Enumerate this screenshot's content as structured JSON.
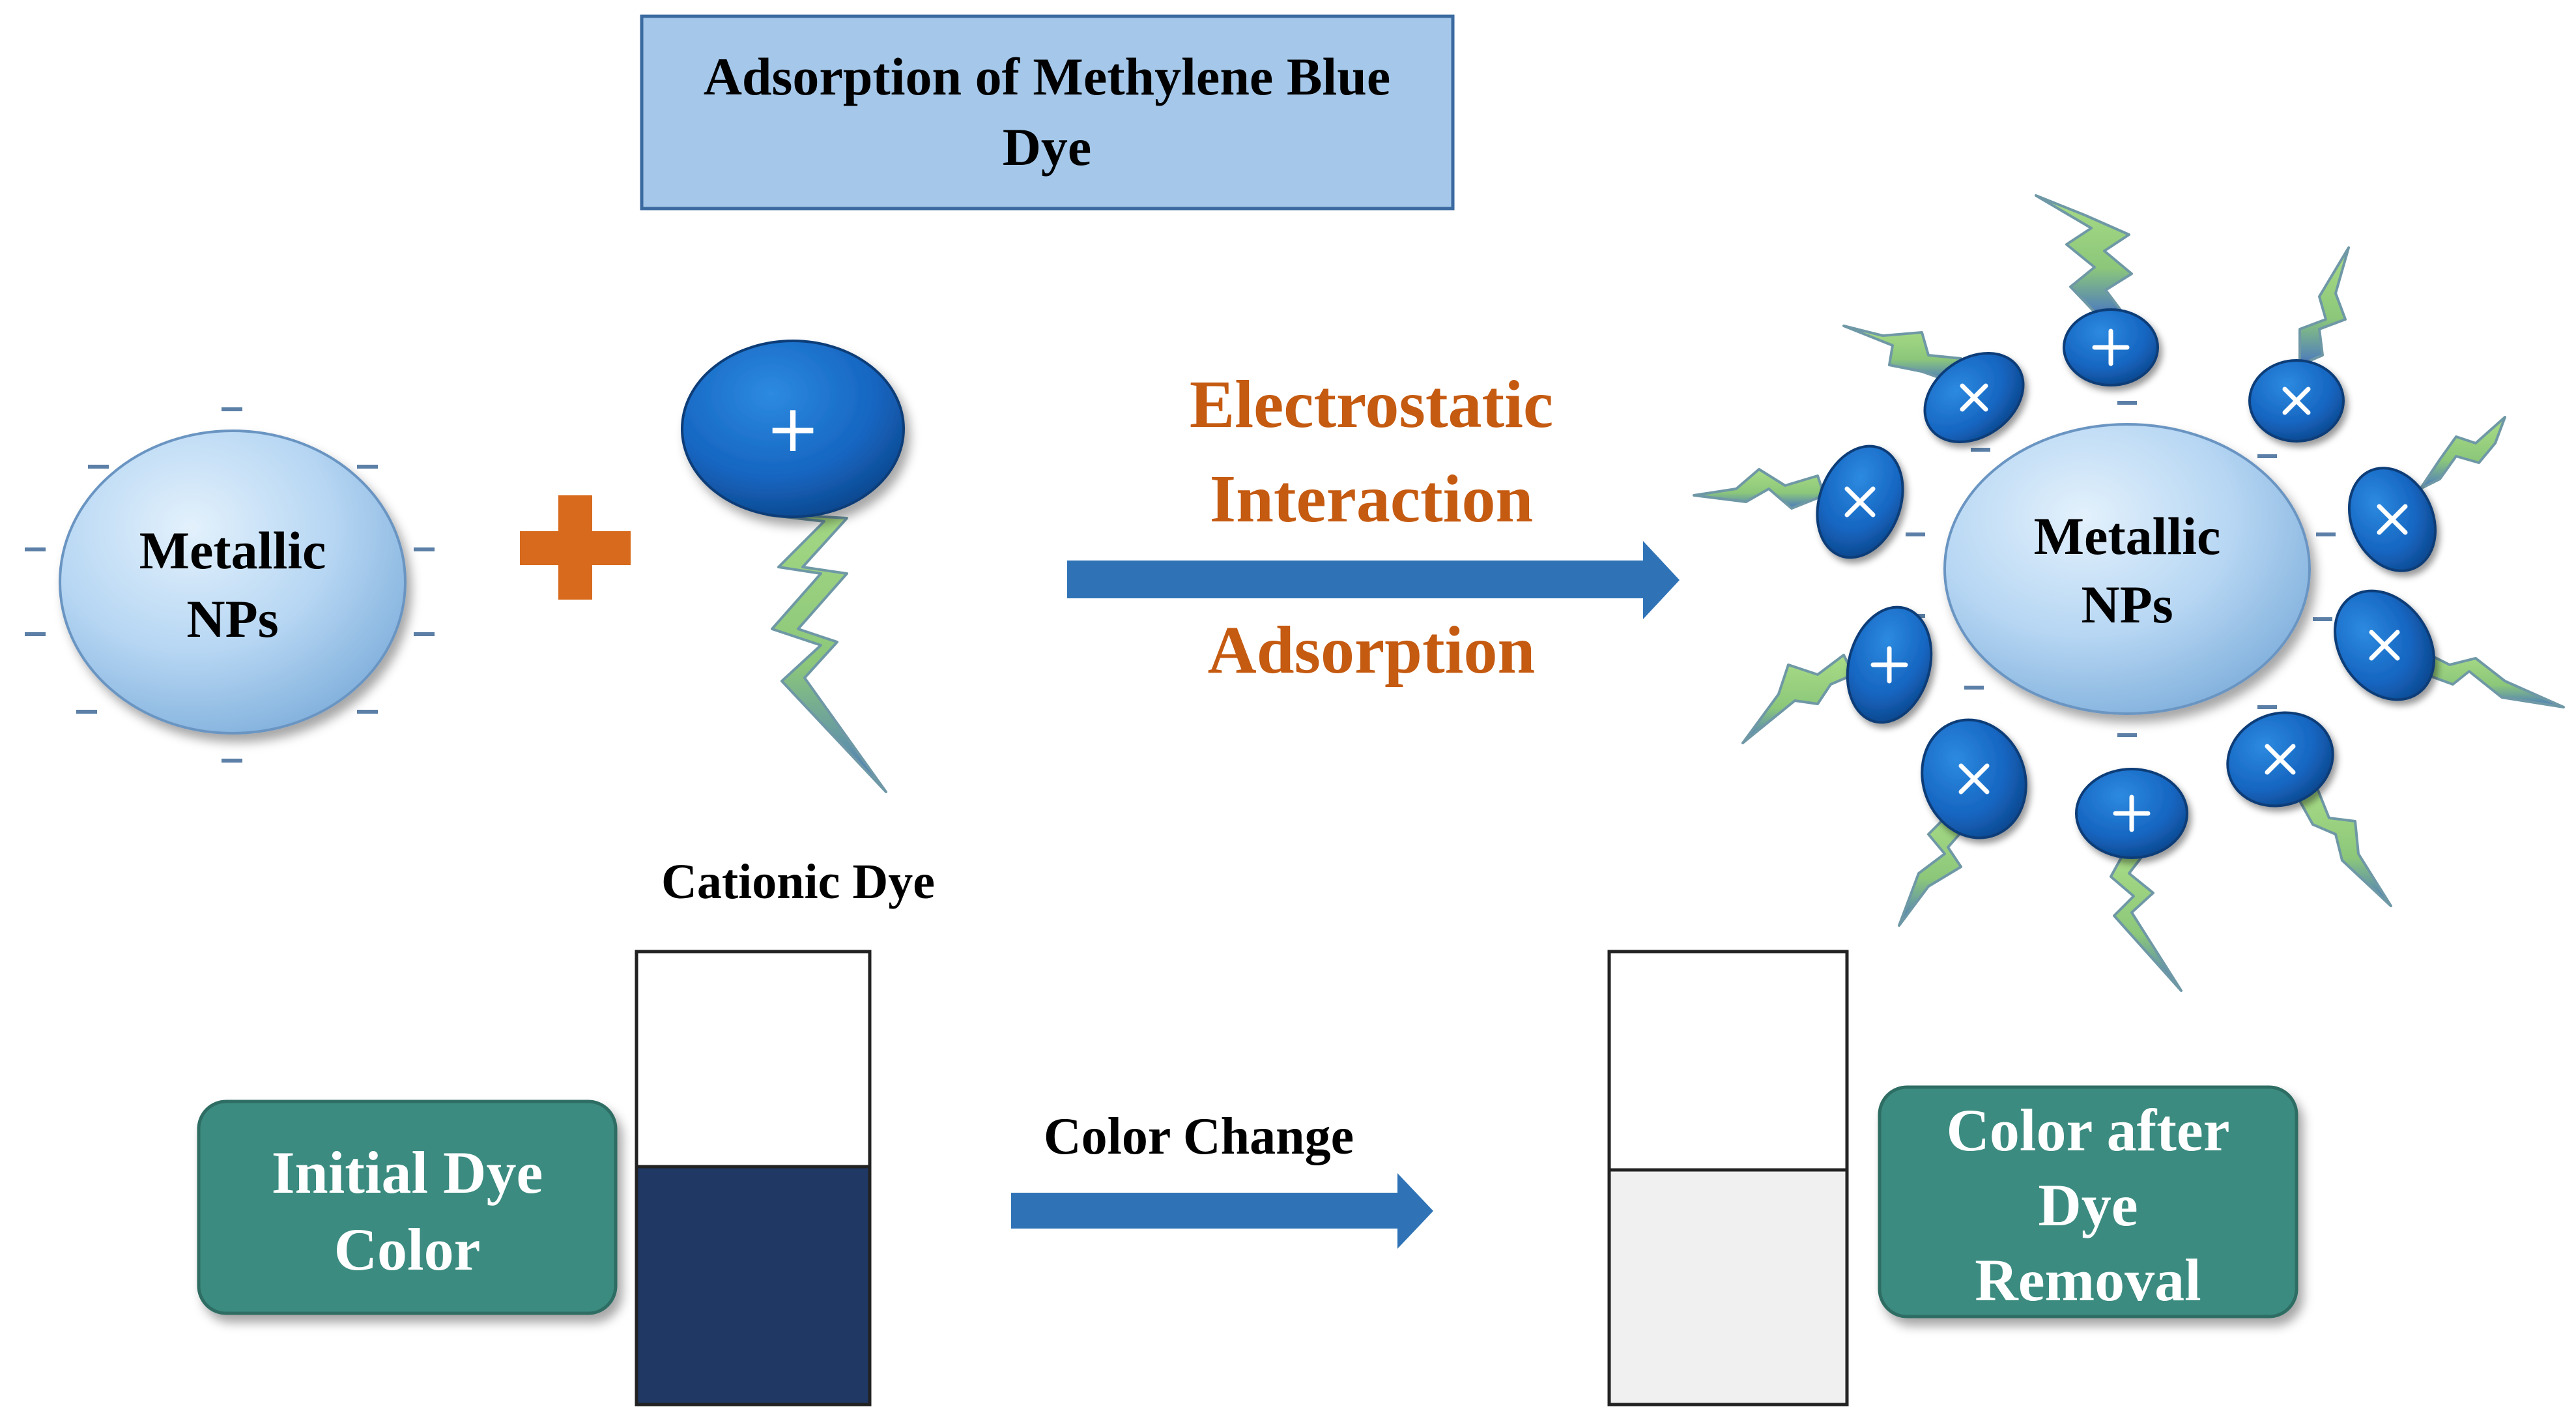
{
  "title": {
    "line1": "Adsorption of Methylene Blue",
    "line2": "Dye"
  },
  "left_np": {
    "line1": "Metallic",
    "line2": "NPs"
  },
  "right_np": {
    "line1": "Metallic",
    "line2": "NPs"
  },
  "dye_charge": "+",
  "cationic_dye_label": "Cationic Dye",
  "reaction_arrow": {
    "upper_line1": "Electrostatic",
    "upper_line2": "Interaction",
    "lower": "Adsorption"
  },
  "color_change_label": "Color Change",
  "initial_box": {
    "line1": "Initial Dye",
    "line2": "Color"
  },
  "after_box": {
    "line1": "Color after",
    "line2": "Dye",
    "line3": "Removal"
  },
  "colors": {
    "title_fill": "#a5c8ea",
    "title_border": "#3a6aa0",
    "np_fill": "#b9d9f4",
    "dye_head": "#1565c0",
    "tail_green": "#9fd27e",
    "tail_blue": "#4f7fbf",
    "orange_text": "#c55a11",
    "plus_orange": "#d76a1d",
    "arrow_blue": "#2f73b6",
    "teal_box": "#3b8b80",
    "dark_dye": "#1f3864",
    "cleared_dye": "#f0f0f0"
  }
}
